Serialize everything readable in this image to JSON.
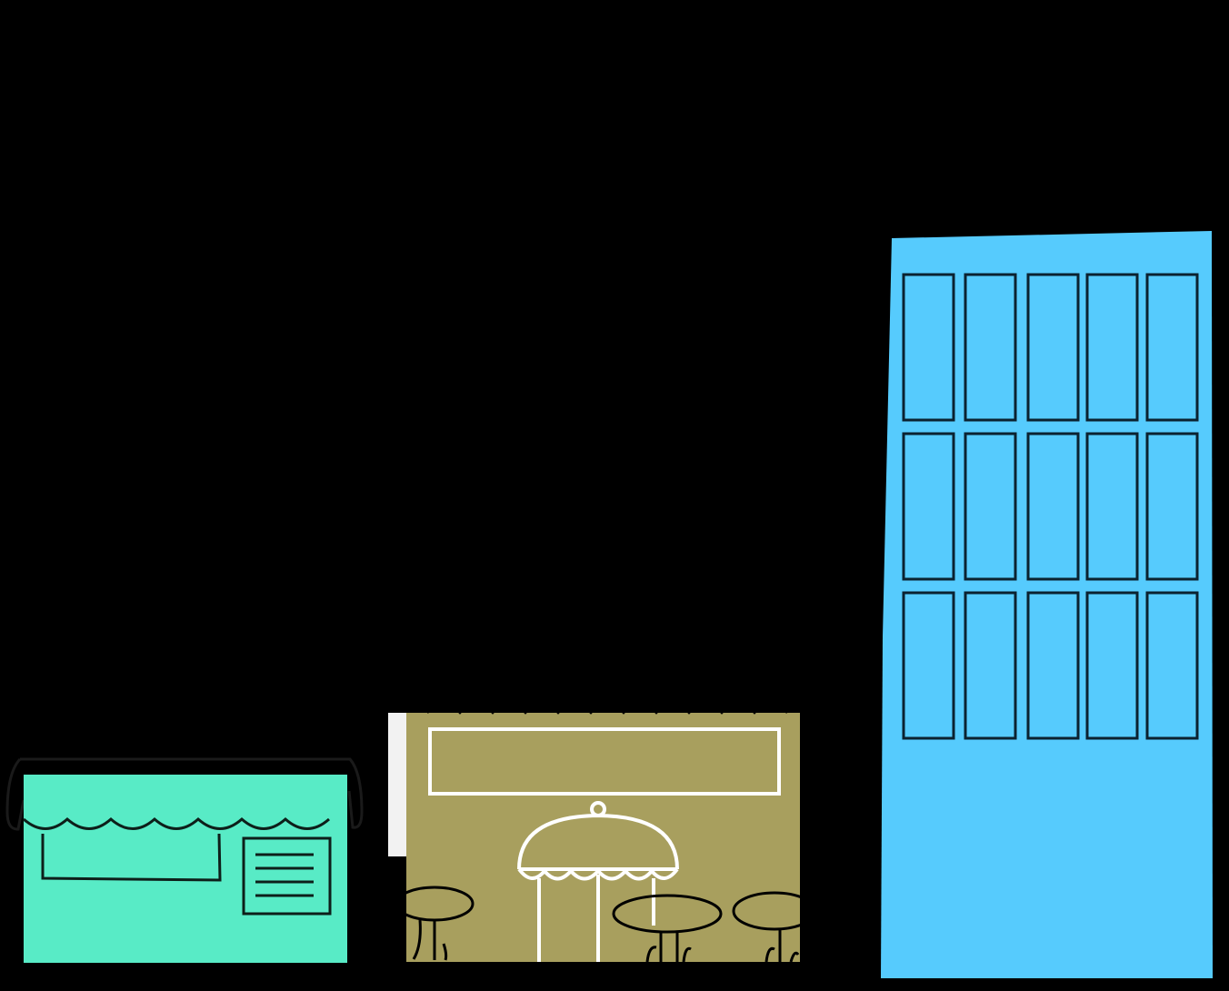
{
  "background": "#000000",
  "buildings": [
    {
      "name": "shop",
      "fill": "#58EBC6",
      "stroke": "#0b1a16",
      "icons": [
        "awning-icon",
        "display-window",
        "menu-board-icon"
      ]
    },
    {
      "name": "cafe",
      "fill": "#A89F5E",
      "stroke": "#ffffff",
      "icons": [
        "sign-board",
        "umbrella-icon",
        "table-icon",
        "table-icon",
        "table-icon"
      ]
    },
    {
      "name": "office-tower",
      "fill": "#56CBFD",
      "stroke": "#0b2230",
      "window_rows": 3,
      "window_cols": 5
    }
  ]
}
